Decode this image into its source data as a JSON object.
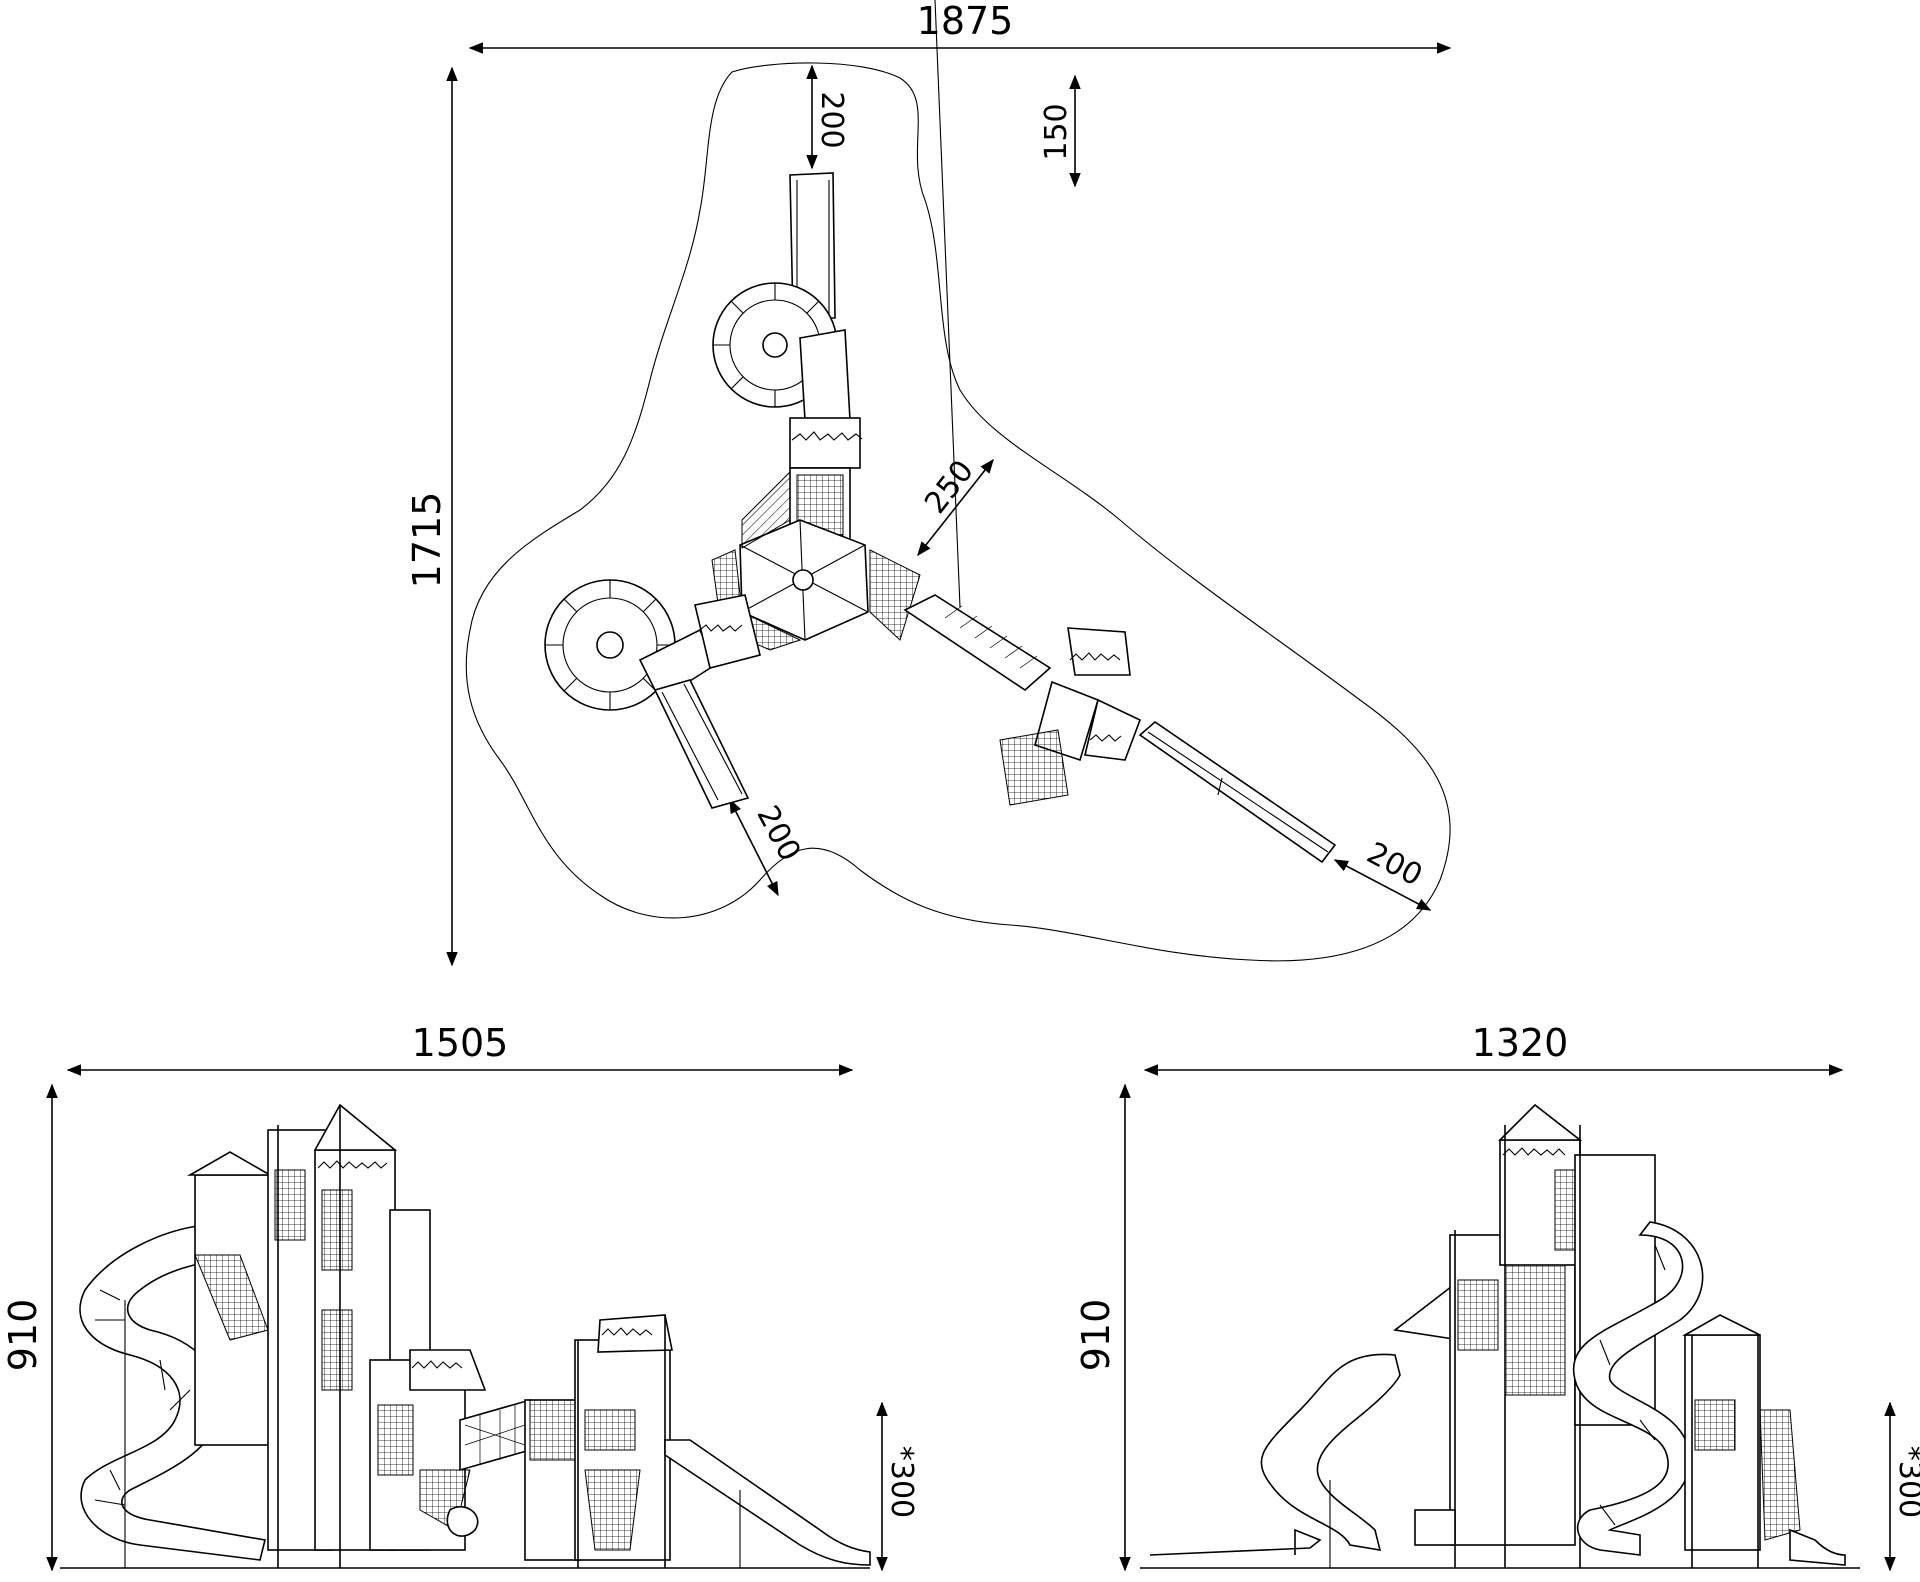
{
  "plan": {
    "width_dim": "1875",
    "height_dim": "1715",
    "safety_top": "200",
    "side_clear": "150",
    "diag_clear": "250",
    "safety_left": "200",
    "safety_right": "200"
  },
  "elevation_left": {
    "width_dim": "1505",
    "height_dim": "910",
    "fall_height": "*300"
  },
  "elevation_right": {
    "width_dim": "1320",
    "height_dim": "910",
    "fall_height": "*300"
  },
  "colors": {
    "line": "#000000",
    "background": "#ffffff"
  }
}
